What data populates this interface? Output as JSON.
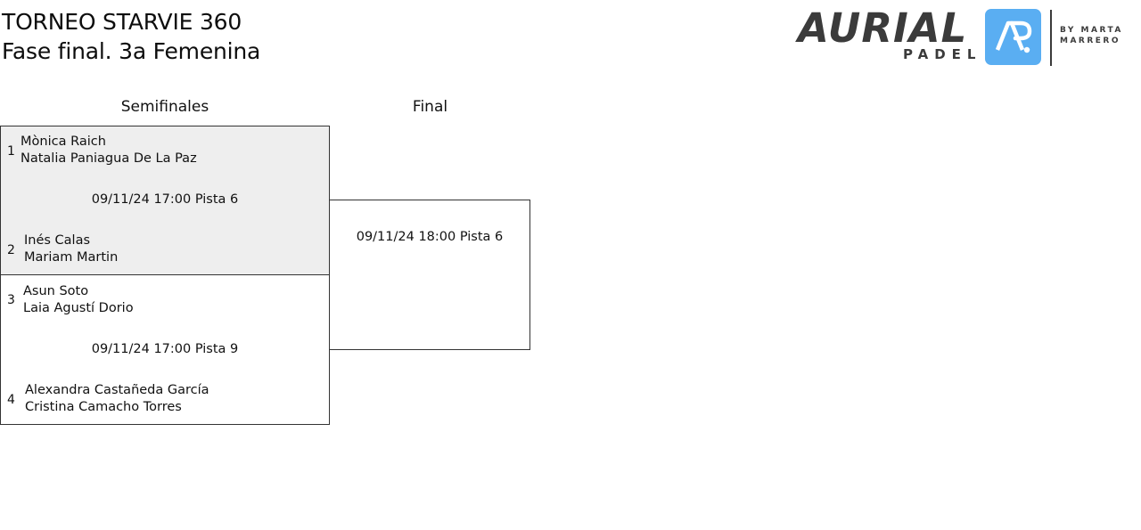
{
  "title": {
    "line1": "TORNEO STARVIE 360",
    "line2": "Fase final. 3a Femenina"
  },
  "logo": {
    "word": "AURIAL",
    "sub": "PADEL",
    "by_line1": "BY MARTA",
    "by_line2": "MARRERO",
    "badge_color": "#5aaef2",
    "text_color": "#3b3b3b",
    "icon": "aurial-ap-monogram-icon"
  },
  "rounds": {
    "semifinals": "Semifinales",
    "final": "Final"
  },
  "semifinals": [
    {
      "top": {
        "seed": "1",
        "players": [
          "Mònica Raich",
          "Natalia Paniagua De La Paz"
        ]
      },
      "schedule": "09/11/24 17:00 Pista 6",
      "bottom": {
        "seed": "2",
        "players": [
          "Inés Calas",
          "Mariam Martin"
        ]
      },
      "background": "#eeeeee"
    },
    {
      "top": {
        "seed": "3",
        "players": [
          "Asun Soto",
          "Laia Agustí Dorio"
        ]
      },
      "schedule": "09/11/24 17:00 Pista 9",
      "bottom": {
        "seed": "4",
        "players": [
          "Alexandra Castañeda García",
          "Cristina Camacho Torres"
        ]
      },
      "background": "#ffffff"
    }
  ],
  "final": {
    "schedule": "09/11/24 18:00 Pista 6"
  }
}
